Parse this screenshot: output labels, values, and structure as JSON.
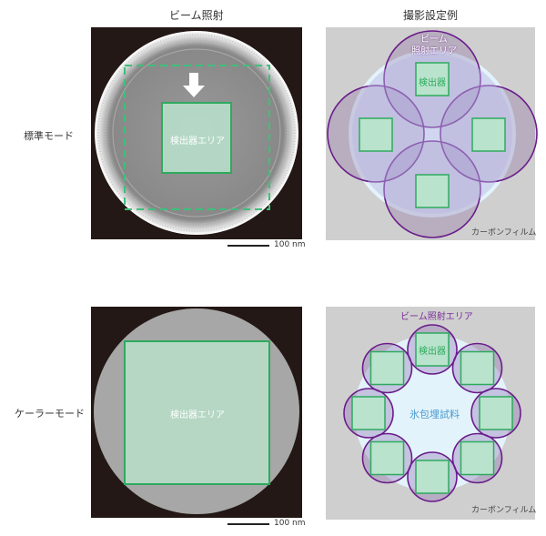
{
  "columns": {
    "left": "ビーム照射",
    "right": "撮影設定例"
  },
  "rows": {
    "standard": "標準モード",
    "kaehler": "ケーラーモード"
  },
  "labels": {
    "detector_area": "検出器エリア",
    "detector": "検出器",
    "beam_area_top": [
      "ビーム",
      "照射エリア"
    ],
    "beam_area": "ビーム照射エリア",
    "carbon_film": "カーボンフィルム",
    "ice_sample": "氷包埋試料",
    "scale": "100 nm"
  },
  "colors": {
    "green": "#2eaa5e",
    "purple": "#6a1b8a",
    "film": "#cfcfcf",
    "ice": "#e3f3fb"
  }
}
